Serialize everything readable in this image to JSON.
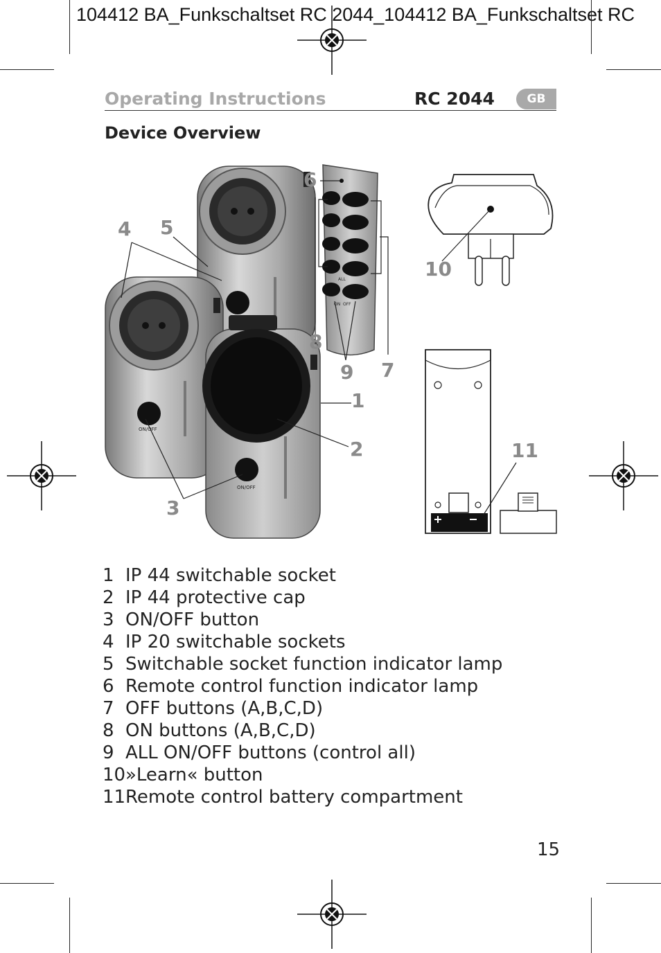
{
  "print_slug": "104412 BA_Funkschaltset RC 2044_104412 BA_Funkschaltset RC",
  "header": {
    "label": "Operating Instructions",
    "model": "RC 2044",
    "language_badge": "GB"
  },
  "section_title": "Device Overview",
  "figure": {
    "callouts": [
      "1",
      "2",
      "3",
      "4",
      "5",
      "6",
      "7",
      "8",
      "9",
      "10",
      "11"
    ],
    "device_button_label": "ON/OFF",
    "remote_labels": {
      "all": "ALL",
      "on": "ON",
      "off": "OFF"
    }
  },
  "parts": [
    {
      "num": "1",
      "text": "IP 44 switchable socket"
    },
    {
      "num": "2",
      "text": "IP 44 protective cap"
    },
    {
      "num": "3",
      "text": "ON/OFF button"
    },
    {
      "num": "4",
      "text": "IP 20 switchable sockets"
    },
    {
      "num": "5",
      "text": "Switchable socket function indicator lamp"
    },
    {
      "num": "6",
      "text": "Remote control function indicator lamp"
    },
    {
      "num": "7",
      "text": "OFF buttons (A,B,C,D)"
    },
    {
      "num": "8",
      "text": "ON buttons (A,B,C,D)"
    },
    {
      "num": "9",
      "text": "ALL ON/OFF buttons (control all)"
    },
    {
      "num": "10",
      "text": "»Learn« button"
    },
    {
      "num": "11",
      "text": "Remote control battery compartment"
    }
  ],
  "page_number": "15",
  "colors": {
    "header_grey": "#a8a8a8",
    "callout_grey": "#8a8a8a",
    "device_silver": "#b8b8b8",
    "button_black": "#111111"
  }
}
